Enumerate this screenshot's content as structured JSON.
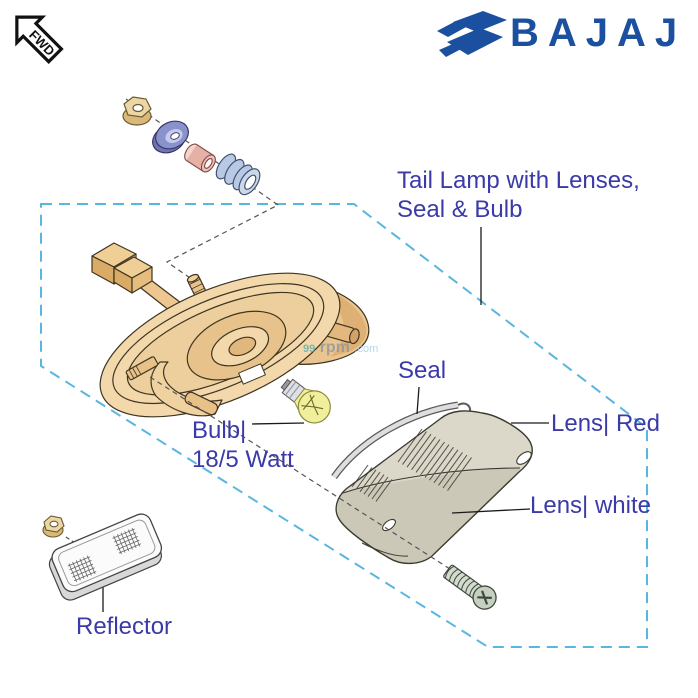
{
  "header": {
    "fwd_badge": {
      "label": "FWD"
    },
    "brand": {
      "name": "BAJAJ",
      "color": "#1b4f9f"
    }
  },
  "annotation": {
    "title": {
      "line1": "Tail Lamp with Lenses,",
      "line2": "Seal & Bulb"
    },
    "labels": {
      "seal": "Seal",
      "bulb_line1": "Bulb|",
      "bulb_line2": "18/5 Watt",
      "lens_red": "Lens| Red",
      "lens_white": "Lens| white",
      "reflector": "Reflector"
    },
    "label_color": "#3a3aa8"
  },
  "watermark": {
    "prefix": "99",
    "name": "rpm",
    "suffix": ".com"
  },
  "diagram": {
    "border_color": "#58b6e0",
    "body_color": "#f2d8ab",
    "lens_color": "#dcd8c9",
    "bulb_color": "#f1ef9b",
    "illustrations": [
      "nut-icon",
      "washer-icon",
      "spacer-icon",
      "grommet-icon",
      "tail-lamp-body-icon",
      "bulb-icon",
      "seal-icon",
      "lens-icon",
      "screw-icon",
      "reflector-icon"
    ]
  }
}
